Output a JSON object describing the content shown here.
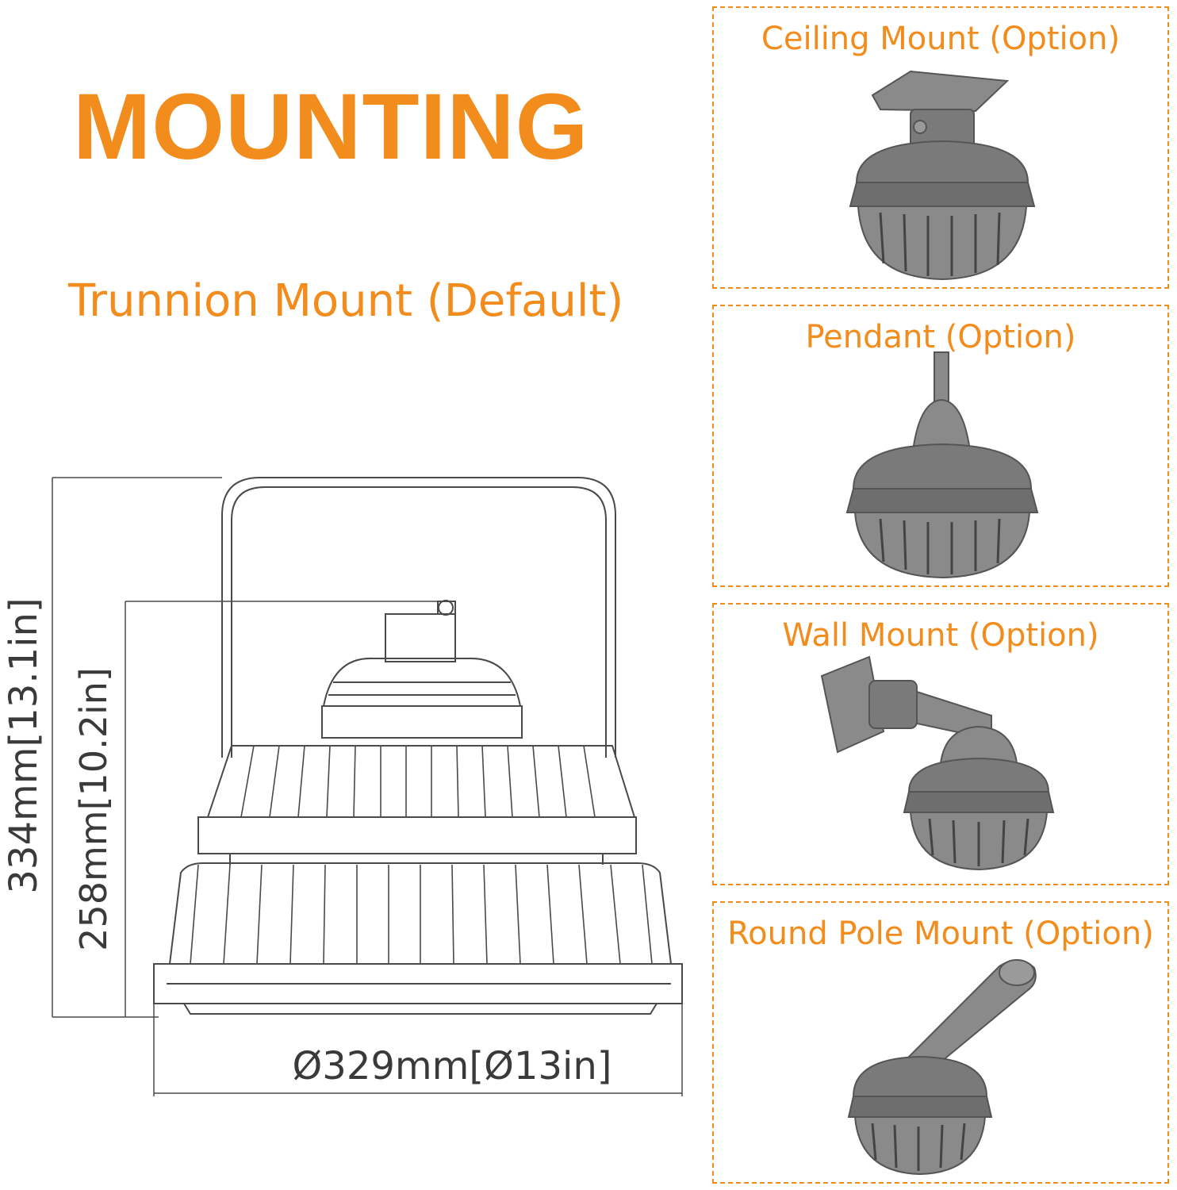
{
  "heading": {
    "title": "MOUNTING",
    "subtitle": "Trunnion Mount (Default)"
  },
  "dimensions": {
    "height_overall": "334mm[13.1in]",
    "height_body": "258mm[10.2in]",
    "diameter": "Ø329mm[Ø13in]"
  },
  "options": [
    {
      "label": "Ceiling Mount (Option)",
      "icon": "ceiling-mount-fixture"
    },
    {
      "label": "Pendant (Option)",
      "icon": "pendant-fixture"
    },
    {
      "label": "Wall Mount (Option)",
      "icon": "wall-mount-fixture"
    },
    {
      "label": "Round Pole Mount (Option)",
      "icon": "round-pole-mount-fixture"
    }
  ],
  "colors": {
    "accent": "#f28c1c",
    "line": "#4a4a4a",
    "fixture": "#7a7a7a"
  }
}
